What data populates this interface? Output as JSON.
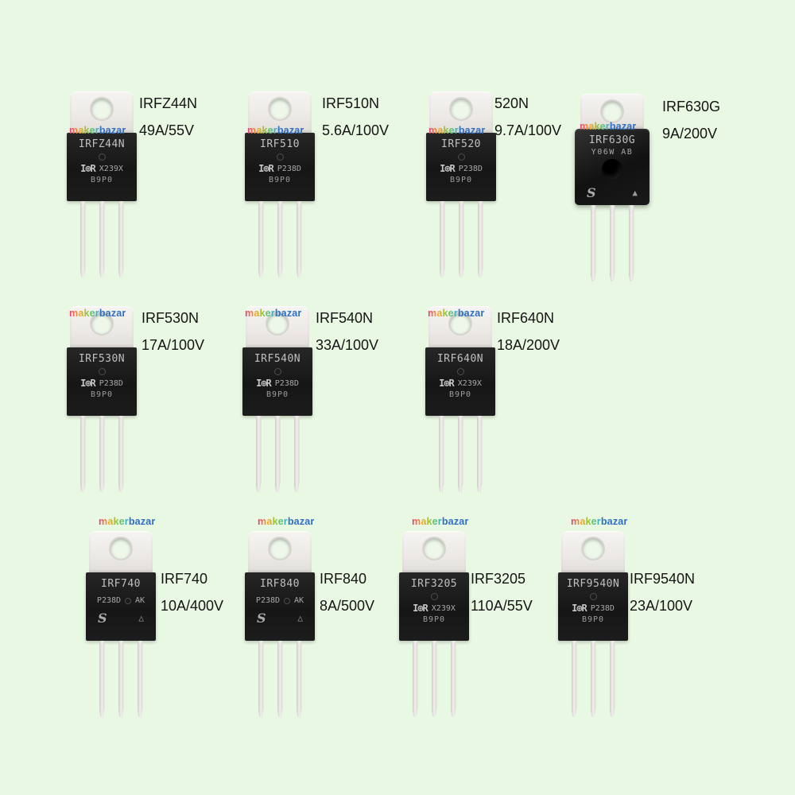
{
  "background_color": "#e9f8e3",
  "watermark": {
    "maker": "maker",
    "bazar": "bazar"
  },
  "transistors": [
    {
      "label": {
        "title": "IRFZ44N",
        "spec": "49A/55V"
      },
      "chip": {
        "name": "IRFZ44N",
        "logo": "I⊕R",
        "code": "X239X",
        "batch": "B9P0"
      }
    },
    {
      "label": {
        "title": "IRF510N",
        "spec": "5.6A/100V"
      },
      "chip": {
        "name": "IRF510",
        "logo": "I⊕R",
        "code": "P238D",
        "batch": "B9P0"
      }
    },
    {
      "label": {
        "title": "520N",
        "spec": "9.7A/100V"
      },
      "chip": {
        "name": "IRF520",
        "logo": "I⊕R",
        "code": "P238D",
        "batch": "B9P0"
      }
    },
    {
      "label": {
        "title": "IRF630G",
        "spec": "9A/200V"
      },
      "chip": {
        "name": "IRF630G",
        "sub": "Y06W AB",
        "footer_logo": "S",
        "triangle": "▲"
      }
    },
    {
      "label": {
        "title": "IRF530N",
        "spec": "17A/100V"
      },
      "chip": {
        "name": "IRF530N",
        "logo": "I⊕R",
        "code": "P238D",
        "batch": "B9P0"
      }
    },
    {
      "label": {
        "title": "IRF540N",
        "spec": "33A/100V"
      },
      "chip": {
        "name": "IRF540N",
        "logo": "I⊕R",
        "code": "P238D",
        "batch": "B9P0"
      }
    },
    {
      "label": {
        "title": "IRF640N",
        "spec": "18A/200V"
      },
      "chip": {
        "name": "IRF640N",
        "logo": "I⊕R",
        "code": "X239X",
        "batch": "B9P0"
      }
    },
    {
      "label": {
        "title": "IRF740",
        "spec": "10A/400V"
      },
      "chip": {
        "name": "IRF740",
        "code": "P238D",
        "extra": "AK",
        "footer_logo": "S",
        "triangle": "△"
      }
    },
    {
      "label": {
        "title": "IRF840",
        "spec": "8A/500V"
      },
      "chip": {
        "name": "IRF840",
        "code": "P238D",
        "extra": "AK",
        "footer_logo": "S",
        "triangle": "△"
      }
    },
    {
      "label": {
        "title": "IRF3205",
        "spec": "110A/55V"
      },
      "chip": {
        "name": "IRF3205",
        "logo": "I⊕R",
        "code": "X239X",
        "batch": "B9P0"
      }
    },
    {
      "label": {
        "title": "IRF9540N",
        "spec": "23A/100V"
      },
      "chip": {
        "name": "IRF9540N",
        "logo": "I⊕R",
        "code": "P238D",
        "batch": "B9P0"
      }
    }
  ]
}
